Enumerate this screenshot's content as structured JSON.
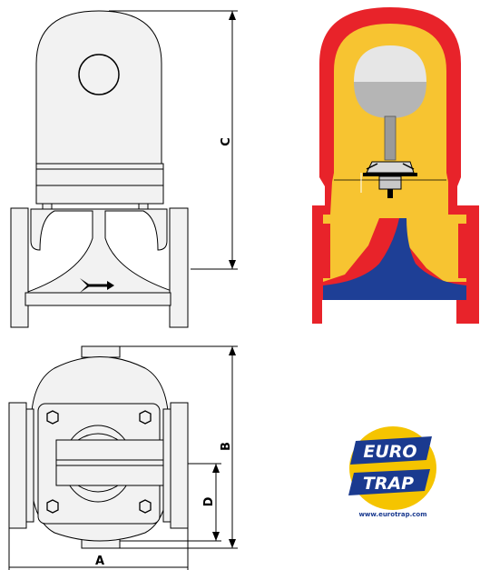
{
  "dimensions": {
    "a_label": "A",
    "b_label": "B",
    "c_label": "C",
    "d_label": "D"
  },
  "logo": {
    "line1": "EURO",
    "line2": "TRAP",
    "url": "www.eurotrap.com",
    "colors": {
      "badge": "#f5c400",
      "text_bg": "#1a3a8f"
    }
  },
  "cross_section_colors": {
    "outer_body": "#e8232a",
    "steam": "#f7c431",
    "condensate": "#1e3f96",
    "float": "#e6e6e6",
    "mechanism": "#9a9a9a"
  }
}
